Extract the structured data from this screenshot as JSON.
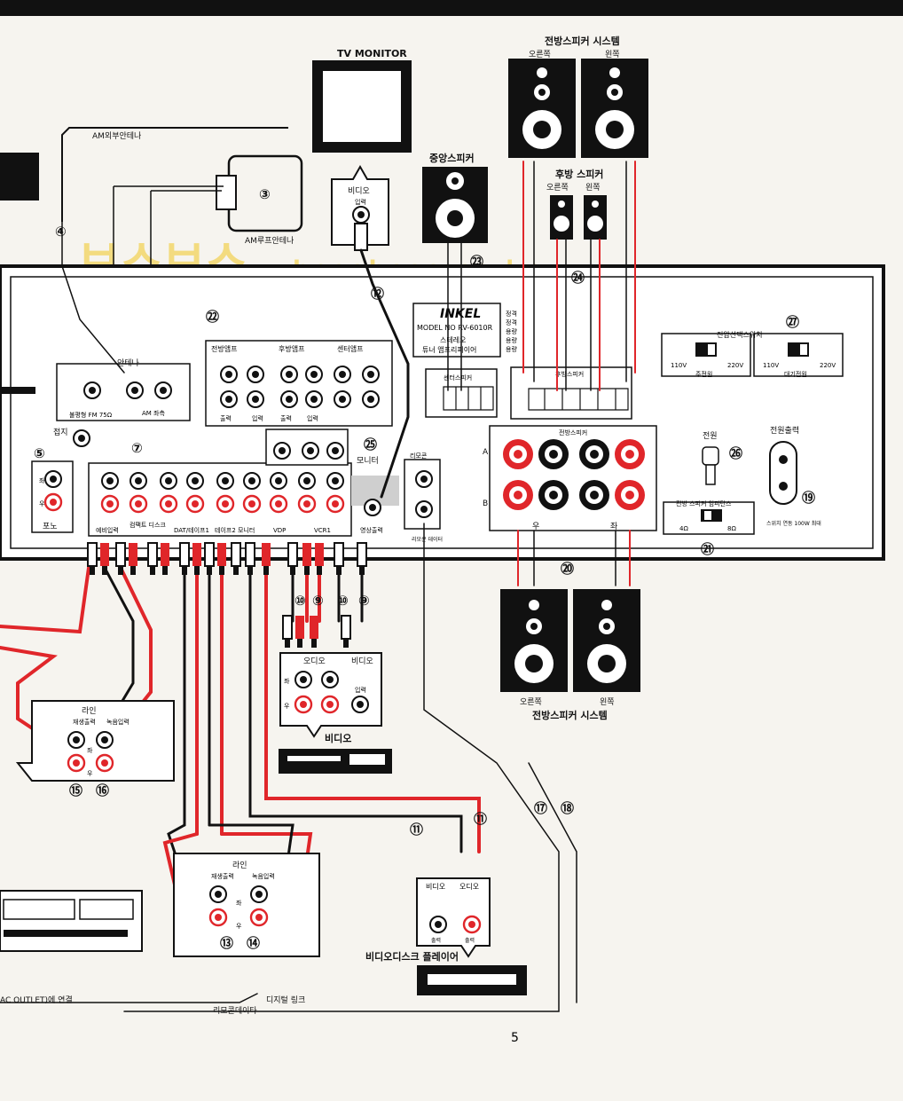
{
  "colors": {
    "paper": "#f6f4ef",
    "ink": "#111111",
    "red": "#e0262a",
    "gray": "#9a9a9a",
    "watermark": "#f2d35a"
  },
  "top": {
    "tv_monitor": "TV MONITOR",
    "front_speakers_title": "전방스피커 시스템",
    "right": "오른쪽",
    "left": "왼쪽",
    "center_speaker": "중앙스피커",
    "rear_speaker": "후방 스피커",
    "am_outer_antenna": "AM외부안테나",
    "am_loop_antenna": "AM루프안테나",
    "video_label": "비디오",
    "video_input": "입력"
  },
  "watermark": {
    "main": "보스보스",
    "site": "bosebose.co.kr"
  },
  "panel": {
    "brand": "INKEL",
    "model": "MODEL NO RV-6010R",
    "desc_line1": "스테레오",
    "desc_line2": "튜너 앰프리피이어",
    "side_1": "정격",
    "side_2": "정격",
    "side_3": "용량",
    "side_4": "용량",
    "side_5": "용량",
    "antenna": "안테나",
    "fm75": "불평형 FM 75Ω",
    "am_terminal": "AM 좌측",
    "ground": "접지",
    "phono": "포노",
    "front_amp": "전방앰프",
    "rear_amp": "후방앰프",
    "center_amp": "센터앰프",
    "output": "출력",
    "input": "입력",
    "center_speaker_term": "센터스피커",
    "rear_speaker_term": "후방스피커",
    "front_speaker_term": "전방스피커",
    "voltage_switch": "전압선택스위치",
    "v110": "110V",
    "v220": "220V",
    "main_power": "주전원",
    "standby_power": "대기전원",
    "power": "전원",
    "power_output": "전원출력",
    "outlet_note": "스위치 연동 100W 최대",
    "impedance": "전방 스피커 임피던스",
    "ohm4": "4Ω",
    "ohm8": "8Ω",
    "aux_input": "예비입력",
    "compact_disc": "컴팩트 디스크",
    "dat_tape1": "DAT/테이프1",
    "tape2_monitor": "테이프2 모니터",
    "vdp": "VDP",
    "vcr1": "VCR1",
    "video_output": "영상출력",
    "monitor": "모니터",
    "remote": "리모콘",
    "remote_data": "리모콘 데이터",
    "left_ch": "좌",
    "right_ch": "우",
    "plus": "+",
    "minus": "−"
  },
  "devices": {
    "line": "라인",
    "line_out": "재생출력",
    "line_in": "녹음입력",
    "video_deck": "비디오",
    "audio": "오디오",
    "video": "비디오",
    "input": "입력",
    "output": "출력",
    "left": "좌",
    "right": "우",
    "vdp_player": "비디오디스크 플레이어",
    "front_speakers_bottom": "전방스피커 시스템",
    "ac_outlet": "AC OUTLET)에 연결",
    "digital_link": "디지털 링크",
    "remote_data_line": "리모콘데이타",
    "page_number": "5"
  },
  "callouts": [
    "③",
    "④",
    "⑤",
    "⑦",
    "⑨",
    "⑩",
    "⑪",
    "⑫",
    "⑬",
    "⑭",
    "⑮",
    "⑯",
    "⑰",
    "⑱",
    "⑲",
    "⑳",
    "㉑",
    "㉒",
    "㉓",
    "㉔",
    "㉕",
    "㉖",
    "㉗"
  ]
}
